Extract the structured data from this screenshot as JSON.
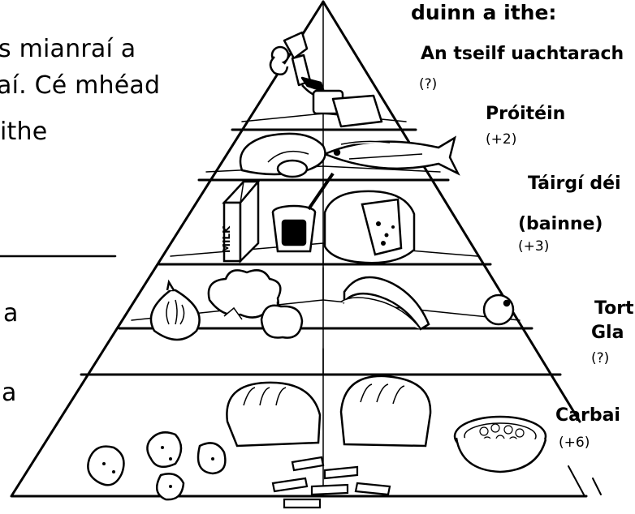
{
  "left_text": {
    "line1": "s mianraí a",
    "line2": "aí. Cé mhéad",
    "line3": "ithe",
    "line4": "a",
    "line5": "a"
  },
  "right_header": "duinn a ithe:",
  "labels": {
    "top_shelf": {
      "name": "An tseilf uachtarach",
      "value": "(?)"
    },
    "protein": {
      "name": "Próitéin",
      "value": "(+2)"
    },
    "dairy": {
      "name_line1": "Táirgí déi",
      "name_line2": "(bainne)",
      "value": "(+3)"
    },
    "fruit_veg": {
      "name_line1": "Tort",
      "name_line2": "Gla",
      "value": "(?)"
    },
    "carbs": {
      "name": "Carbai",
      "value": "(+6)"
    }
  },
  "illustration_items": {
    "milk_carton_text": "MILK"
  },
  "colors": {
    "ink": "#000000",
    "paper": "#ffffff"
  }
}
